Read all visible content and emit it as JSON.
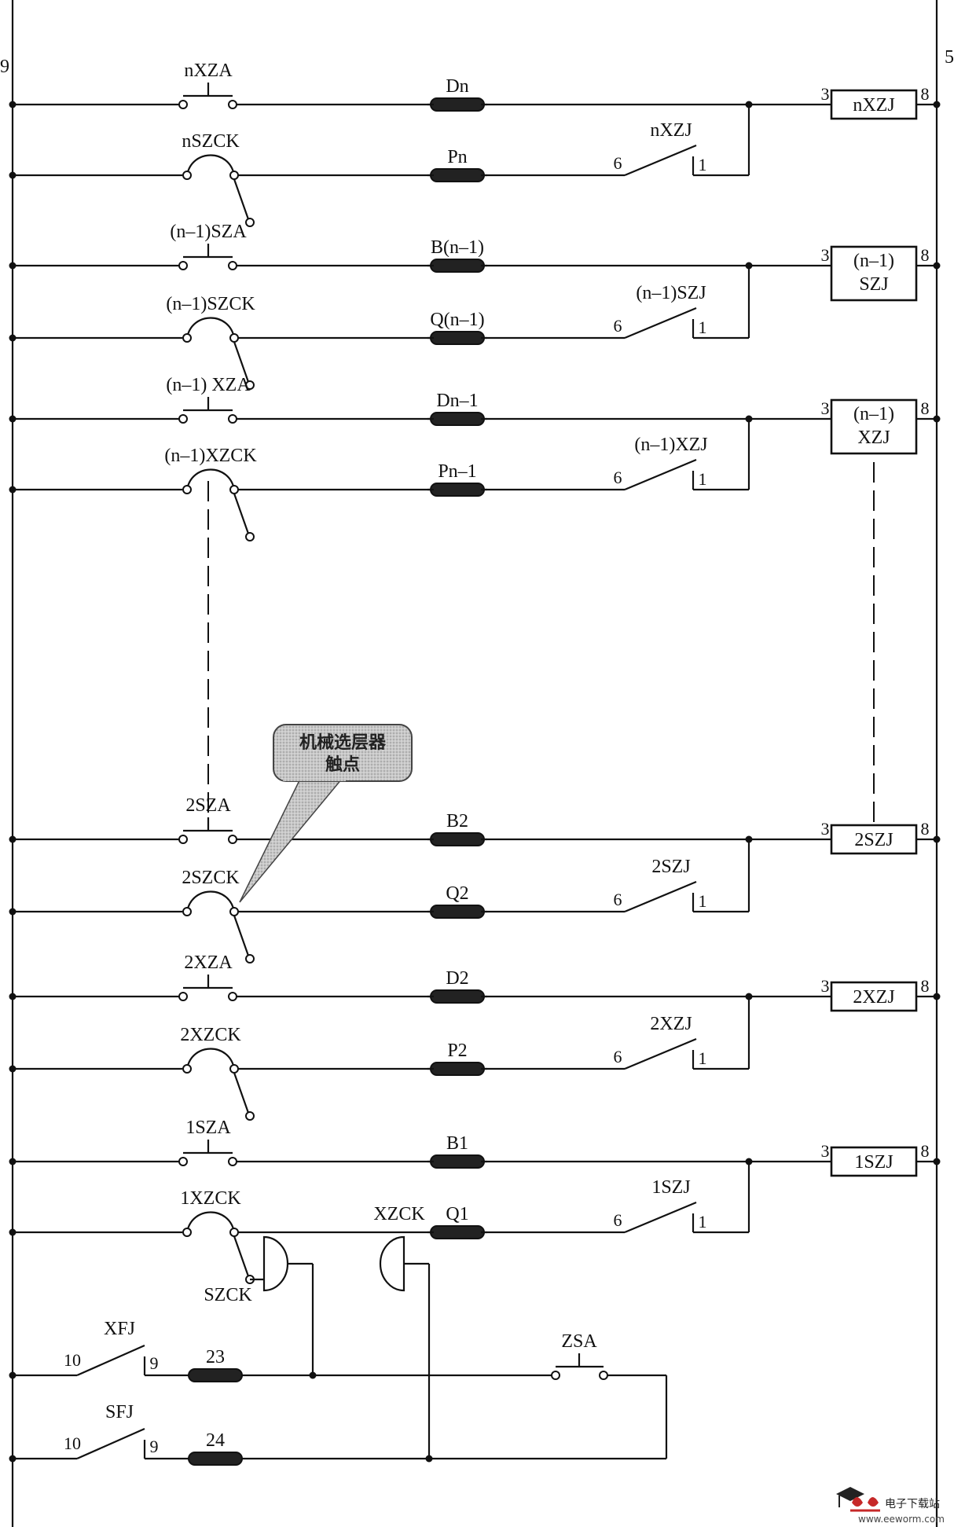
{
  "rails": {
    "left_label": "9",
    "right_label": "5"
  },
  "rows": [
    {
      "type": "A",
      "contact": "nXZA",
      "lamp": "Dn",
      "coil": [
        "nXZJ"
      ],
      "pin_left": "3",
      "pin_right": "8"
    },
    {
      "type": "B",
      "contact": "nSZCK",
      "lamp": "Pn",
      "self_contact": "nXZJ",
      "pin_a": "6",
      "pin_b": "1"
    },
    {
      "type": "A",
      "contact": "(n–1)SZA",
      "lamp": "B(n–1)",
      "coil": [
        "(n–1)",
        "SZJ"
      ],
      "pin_left": "3",
      "pin_right": "8"
    },
    {
      "type": "B",
      "contact": "(n–1)SZCK",
      "lamp": "Q(n–1)",
      "self_contact": "(n–1)SZJ",
      "pin_a": "6",
      "pin_b": "1"
    },
    {
      "type": "A",
      "contact": "(n–1) XZA",
      "lamp": "Dn–1",
      "coil": [
        "(n–1)",
        "XZJ"
      ],
      "pin_left": "3",
      "pin_right": "8"
    },
    {
      "type": "B",
      "contact": "(n–1)XZCK",
      "lamp": "Pn–1",
      "self_contact": "(n–1)XZJ",
      "pin_a": "6",
      "pin_b": "1"
    },
    {
      "type": "A",
      "contact": "2SZA",
      "lamp": "B2",
      "coil": [
        "2SZJ"
      ],
      "pin_left": "3",
      "pin_right": "8"
    },
    {
      "type": "B",
      "contact": "2SZCK",
      "lamp": "Q2",
      "self_contact": "2SZJ",
      "pin_a": "6",
      "pin_b": "1"
    },
    {
      "type": "A",
      "contact": "2XZA",
      "lamp": "D2",
      "coil": [
        "2XZJ"
      ],
      "pin_left": "3",
      "pin_right": "8"
    },
    {
      "type": "B",
      "contact": "2XZCK",
      "lamp": "P2",
      "self_contact": "2XZJ",
      "pin_a": "6",
      "pin_b": "1"
    },
    {
      "type": "A",
      "contact": "1SZA",
      "lamp": "B1",
      "coil": [
        "1SZJ"
      ],
      "pin_left": "3",
      "pin_right": "8"
    },
    {
      "type": "B",
      "contact": "1XZCK",
      "lamp": "Q1",
      "self_contact": "1SZJ",
      "pin_a": "6",
      "pin_b": "1"
    }
  ],
  "bells": {
    "up": "SZCK",
    "down": "XZCK"
  },
  "bottom_rows": [
    {
      "relay_contact": "XFJ",
      "pin_a": "10",
      "pin_b": "9",
      "lamp": "23",
      "button": "ZSA"
    },
    {
      "relay_contact": "SFJ",
      "pin_a": "10",
      "pin_b": "9",
      "lamp": "24"
    }
  ],
  "callout": {
    "line1": "机械选层器",
    "line2": "触点"
  },
  "watermark": {
    "brand": "电子下载站",
    "url": "www.eeworm.com"
  }
}
